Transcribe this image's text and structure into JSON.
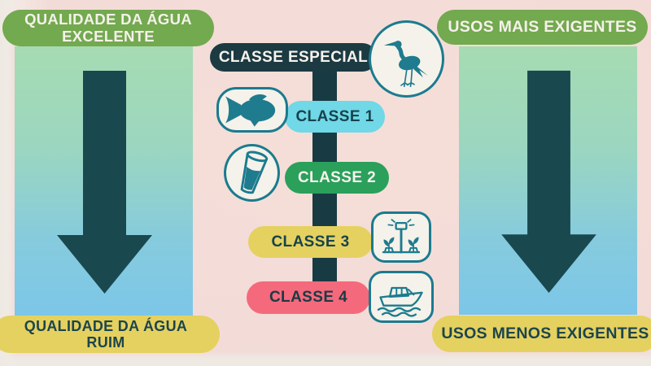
{
  "left_column": {
    "top_banner": {
      "line1": "QUALIDADE DA ÁGUA",
      "line2": "EXCELENTE"
    },
    "bottom_banner": {
      "line1": "QUALIDADE DA ÁGUA",
      "line2": "RUIM"
    }
  },
  "right_column": {
    "top_banner": {
      "text": "USOS MAIS EXIGENTES"
    },
    "bottom_banner": {
      "text": "USOS MENOS EXIGENTES"
    }
  },
  "classes": [
    {
      "label": "CLASSE ESPECIAL",
      "icon": "heron-bird-icon",
      "pill_color": "#1c3a42",
      "text_color": "#f6f3ed"
    },
    {
      "label": "CLASSE 1",
      "icon": "fish-icon",
      "pill_color": "#70d8e6",
      "text_color": "#17434c"
    },
    {
      "label": "CLASSE 2",
      "icon": "drinking-glass-icon",
      "pill_color": "#2aa05b",
      "text_color": "#f6f3ed"
    },
    {
      "label": "CLASSE 3",
      "icon": "irrigation-sprinkler-icon",
      "pill_color": "#e5d160",
      "text_color": "#17434c"
    },
    {
      "label": "CLASSE 4",
      "icon": "motorboat-icon",
      "pill_color": "#f5697c",
      "text_color": "#1b3a44"
    }
  ],
  "palette": {
    "background_pink": "#f3dcd7",
    "banner_green": "#73a94f",
    "banner_yellow": "#e5d160",
    "panel_gradient_top": "#a6dbb2",
    "panel_gradient_bottom": "#7cc6e8",
    "arrow_dark": "#19484f",
    "axis_bar_dark": "#183b43",
    "icon_teal": "#1b7b8f",
    "icon_background": "#f4f2ea",
    "text_dark": "#1c454d",
    "text_light": "#f5f1ea"
  }
}
